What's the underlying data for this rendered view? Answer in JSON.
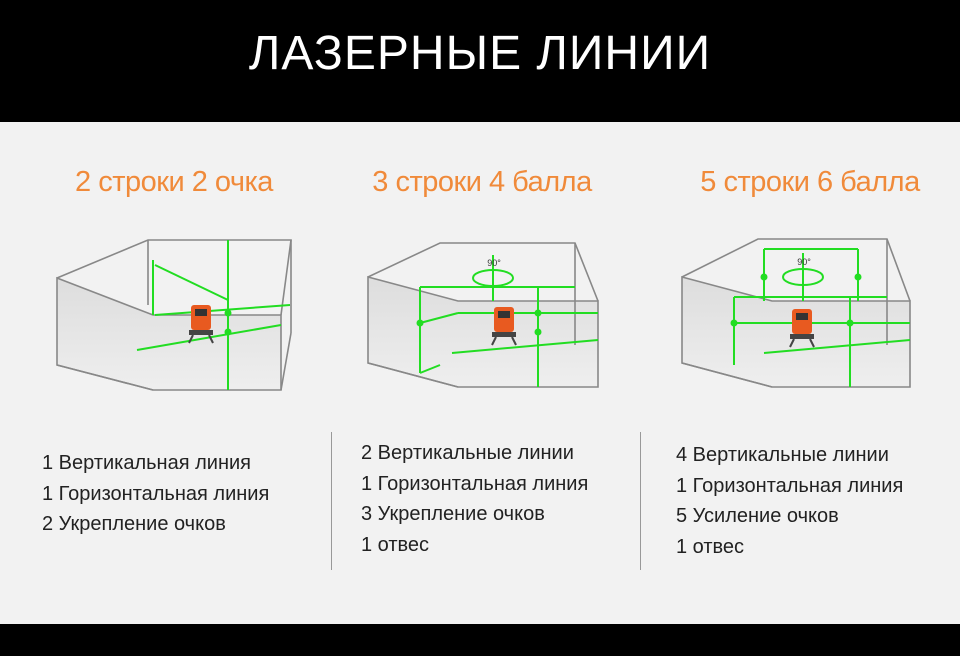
{
  "header": {
    "title": "ЛАЗЕРНЫЕ ЛИНИИ"
  },
  "colors": {
    "accent": "#f08a3a",
    "laser": "#22dd22",
    "device": "#e85a20"
  },
  "models": [
    {
      "heading": "2 строки 2 очка",
      "angle_label": "",
      "specs": [
        "1 Вертикальная линия",
        "1 Горизонтальная линия",
        "2 Укрепление очков"
      ]
    },
    {
      "heading": "3 строки 4 балла",
      "angle_label": "90°",
      "specs": [
        "2 Вертикальные линии",
        "1 Горизонтальная линия",
        "3 Укрепление очков",
        "1 отвес"
      ]
    },
    {
      "heading": "5 строки 6 балла",
      "angle_label": "90°",
      "specs": [
        "4 Вертикальные линии",
        "1 Горизонтальная линия",
        "5 Усиление очков",
        "1 отвес"
      ]
    }
  ]
}
